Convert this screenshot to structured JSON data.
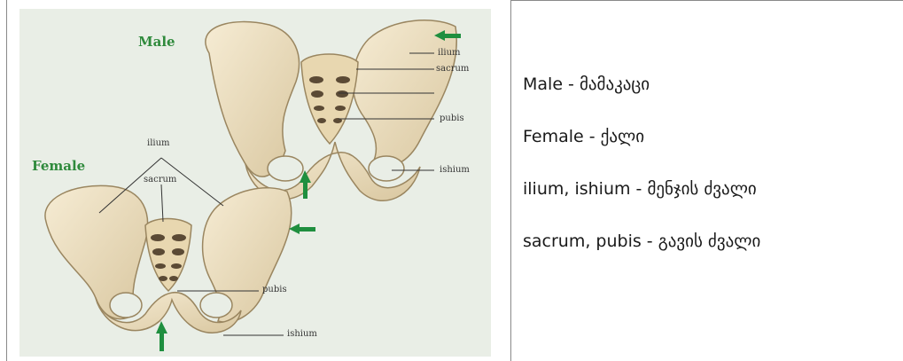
{
  "figure": {
    "title_male": "Male",
    "title_female": "Female",
    "male_labels": {
      "ilium": "ilium",
      "sacrum": "sacrum",
      "pubis": "pubis",
      "ishium": "ishium"
    },
    "female_labels": {
      "ilium": "ilium",
      "sacrum": "sacrum",
      "pubis": "pubis",
      "ishium": "ishium"
    },
    "bone_color": "#efe2c2",
    "bone_stroke": "#9a8660",
    "arrow_color": "#1f8f3f"
  },
  "legend": [
    {
      "text": "Male - მამაკაცი"
    },
    {
      "text": "Female - ქალი"
    },
    {
      "text": "ilium, ishium - მენჯის ძვალი"
    },
    {
      "text": "sacrum, pubis - გავის ძვალი"
    }
  ]
}
